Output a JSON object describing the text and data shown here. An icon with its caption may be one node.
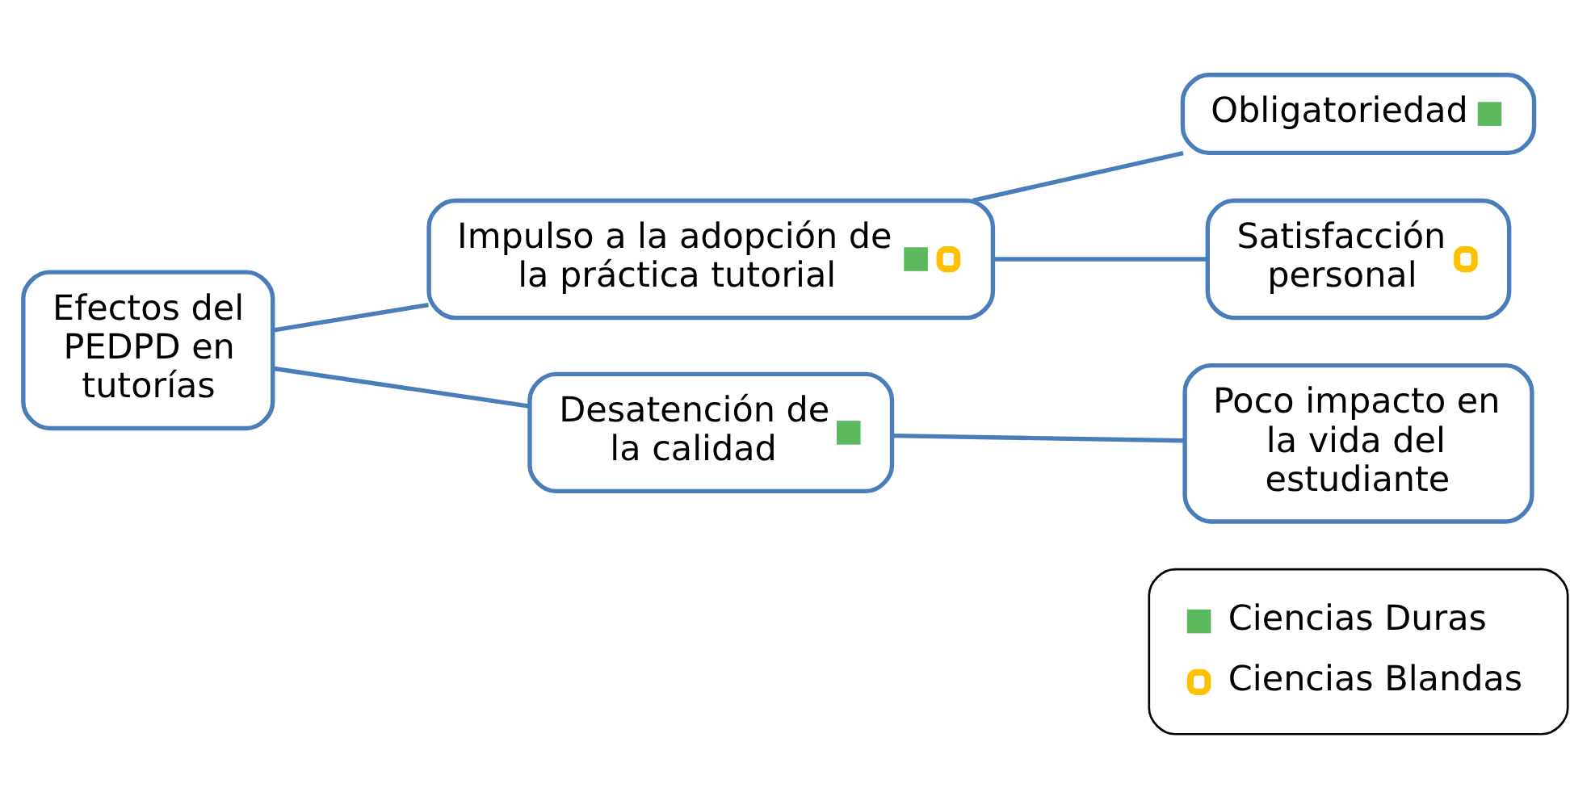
{
  "diagram": {
    "nodes": [
      {
        "text": [
          "Efectos del PEDPD en tutorías"
        ]
      },
      {
        "text": [
          "Impulso a la adopción de la práctica tutorial"
        ]
      },
      {
        "text": [
          "Obligatoriedad"
        ]
      },
      {
        "text": [
          "Satisfacción personal"
        ]
      },
      {
        "text": [
          "Desatención de la calidad"
        ]
      },
      {
        "text": [
          "Poco impacto en la vida del estudiante"
        ]
      }
    ],
    "edges": [
      {
        "from": 0,
        "to": 1,
        "arrow": "none"
      },
      {
        "from": 0,
        "to": 4,
        "arrow": "none"
      },
      {
        "from": 1,
        "to": 2,
        "arrow": "none"
      },
      {
        "from": 1,
        "to": 3,
        "arrow": "none"
      },
      {
        "from": 4,
        "to": 5,
        "arrow": "none"
      }
    ],
    "legend": [
      {
        "text": "Ciencias Duras",
        "color": "#5cb85c"
      },
      {
        "text": "Ciencias Blandas",
        "color": "#ffc000"
      }
    ]
  }
}
